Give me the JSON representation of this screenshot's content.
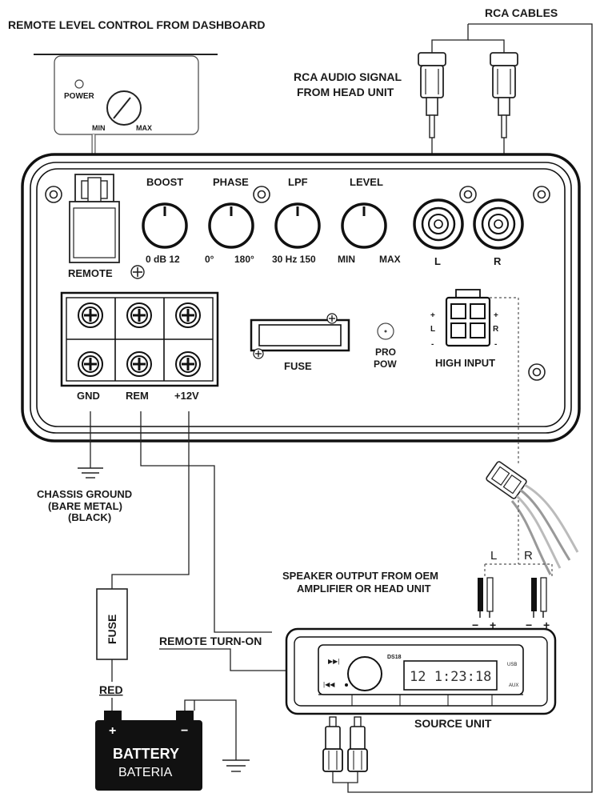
{
  "labels": {
    "remote_title": "REMOTE LEVEL CONTROL FROM DASHBOARD",
    "power": "POWER",
    "min": "MIN",
    "max": "MAX",
    "rca_cables": "RCA CABLES",
    "rca_audio_line1": "RCA AUDIO SIGNAL",
    "rca_audio_line2": "FROM HEAD UNIT",
    "boost": "BOOST",
    "boost_range": "0 dB 12",
    "phase": "PHASE",
    "phase_min": "0°",
    "phase_max": "180°",
    "lpf": "LPF",
    "lpf_range": "30 Hz 150",
    "level": "LEVEL",
    "level_min": "MIN",
    "level_max": "MAX",
    "rca_l": "L",
    "rca_r": "R",
    "remote": "REMOTE",
    "fuse_panel": "FUSE",
    "pro": "PRO",
    "pow": "POW",
    "high_input": "HIGH INPUT",
    "hi_plus": "+",
    "hi_minus": "-",
    "hi_l": "L",
    "hi_r": "R",
    "gnd": "GND",
    "rem": "REM",
    "plus12v": "+12V",
    "chassis_line1": "CHASSIS GROUND",
    "chassis_line2": "(BARE METAL)",
    "chassis_line3": "(BLACK)",
    "speaker_l": "L",
    "speaker_r": "R",
    "speaker_line1": "SPEAKER OUTPUT FROM OEM",
    "speaker_line2": "AMPLIFIER OR HEAD UNIT",
    "minus": "−",
    "plus": "+",
    "inline_fuse": "FUSE",
    "remote_turn_on": "REMOTE TURN-ON",
    "red": "RED",
    "battery": "BATTERY",
    "bateria": "BATERIA",
    "source_unit": "SOURCE UNIT",
    "display_time": "12 1:23:18",
    "brand": "DS18",
    "usb": "USB",
    "aux": "AUX",
    "next": "▶▶|",
    "prev": "|◀◀"
  }
}
